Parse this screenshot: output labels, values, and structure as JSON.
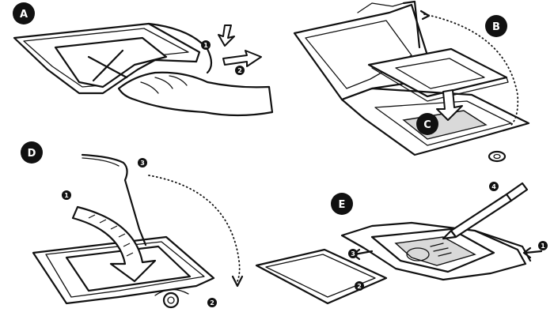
{
  "steps": {
    "a": {
      "badge": "A",
      "labels": [
        "1",
        "2"
      ]
    },
    "b": {
      "badge": "B"
    },
    "c": {
      "badge": "C"
    },
    "d": {
      "badge": "D",
      "labels": [
        "1",
        "2",
        "3"
      ]
    },
    "e": {
      "badge": "E",
      "labels": [
        "1",
        "2",
        "3",
        "4"
      ]
    }
  },
  "colors": {
    "ink": "#111111",
    "paper": "#ffffff"
  }
}
